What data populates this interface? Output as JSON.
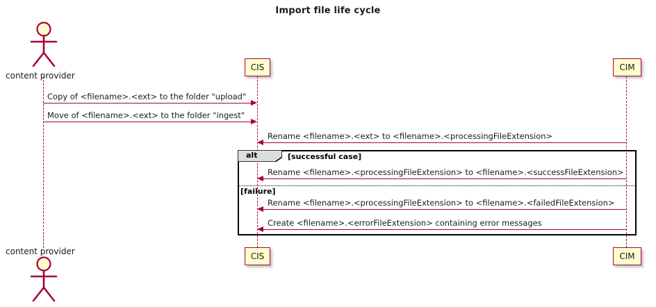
{
  "diagram": {
    "title": "Import file life cycle",
    "type": "uml-sequence-diagram"
  },
  "colors": {
    "accent": "#A80036",
    "participant_fill": "#FEFECE",
    "frame_border": "#000000",
    "tab_fill": "#DDDDDD",
    "text": "#1A1A1A",
    "background": "#FFFFFF"
  },
  "participants": [
    {
      "id": "actor",
      "label": "content provider",
      "kind": "actor"
    },
    {
      "id": "cis",
      "label": "CIS",
      "kind": "participant"
    },
    {
      "id": "cim",
      "label": "CIM",
      "kind": "participant"
    }
  ],
  "footer_participants": [
    {
      "id": "actor",
      "label": "content provider",
      "kind": "actor"
    },
    {
      "id": "cis",
      "label": "CIS",
      "kind": "participant"
    },
    {
      "id": "cim",
      "label": "CIM",
      "kind": "participant"
    }
  ],
  "messages": [
    {
      "index": 1,
      "from": "actor",
      "to": "cis",
      "direction": "right",
      "text": "Copy of <filename>.<ext> to the folder \"upload\""
    },
    {
      "index": 2,
      "from": "actor",
      "to": "cis",
      "direction": "right",
      "text": "Move of <filename>.<ext> to the folder \"ingest\""
    },
    {
      "index": 3,
      "from": "cim",
      "to": "cis",
      "direction": "left",
      "text": "Rename <filename>.<ext> to <filename>.<processingFileExtension>"
    },
    {
      "index": 4,
      "from": "cim",
      "to": "cis",
      "direction": "left",
      "text": "Rename <filename>.<processingFileExtension> to <filename>.<successFileExtension>"
    },
    {
      "index": 5,
      "from": "cim",
      "to": "cis",
      "direction": "left",
      "text": "Rename <filename>.<processingFileExtension> to <filename>.<failedFileExtension>"
    },
    {
      "index": 6,
      "from": "cim",
      "to": "cis",
      "direction": "left",
      "text": "Create <filename>.<errorFileExtension> containing error messages"
    }
  ],
  "fragment": {
    "operator": "alt",
    "guards": [
      "[successful case]",
      "[failure]"
    ]
  },
  "icons": {
    "actor": "actor-stick-figure-icon"
  }
}
